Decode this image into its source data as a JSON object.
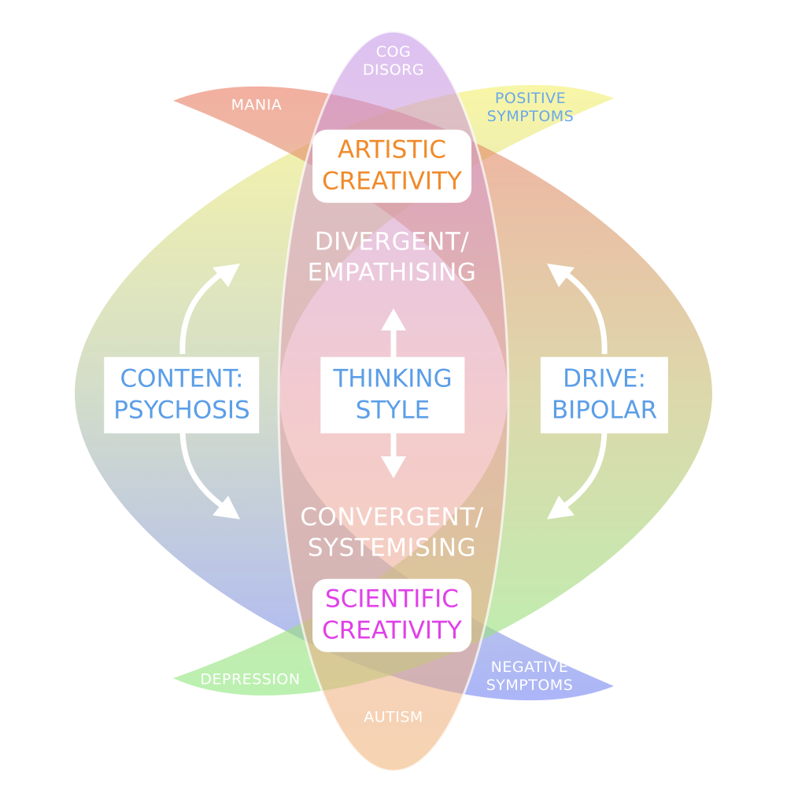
{
  "colors": {
    "box_text": "#5b9ee8",
    "artistic": "#f08a2a",
    "scientific": "#e040e8",
    "label": "#ffffff",
    "positive_symptoms_text": "#6aa8e8"
  },
  "petals": {
    "cog_disorg": [
      "COG",
      "DISORG"
    ],
    "mania": "MANIA",
    "positive_symptoms": [
      "POSITIVE",
      "SYMPTOMS"
    ],
    "depression": "DEPRESSION",
    "negative_symptoms": [
      "NEGATIVE",
      "SYMPTOMS"
    ],
    "autism": "AUTISM"
  },
  "center": {
    "artistic": [
      "ARTISTIC",
      "CREATIVITY"
    ],
    "divergent": [
      "DIVERGENT/",
      "EMPATHISING"
    ],
    "thinking_style": [
      "THINKING",
      "STYLE"
    ],
    "convergent": [
      "CONVERGENT/",
      "SYSTEMISING"
    ],
    "scientific": [
      "SCIENTIFIC",
      "CREATIVITY"
    ]
  },
  "sides": {
    "content": [
      "CONTENT:",
      "PSYCHOSIS"
    ],
    "drive": [
      "DRIVE:",
      "BIPOLAR"
    ]
  }
}
